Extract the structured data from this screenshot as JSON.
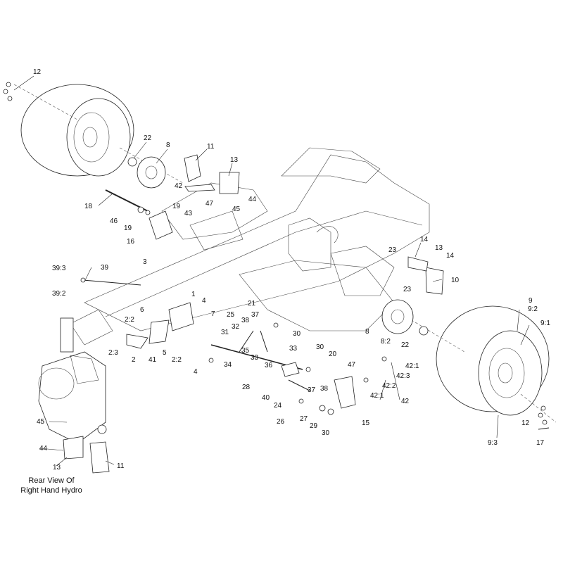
{
  "caption": {
    "line1": "Rear View Of",
    "line2": "Right Hand Hydro"
  },
  "callouts": {
    "c12a": "12",
    "c22a": "22",
    "c8a": "8",
    "c11a": "11",
    "c13a": "13",
    "c42a": "42",
    "c47a": "47",
    "c44a": "44",
    "c45a": "45",
    "c18": "18",
    "c46": "46",
    "c19a": "19",
    "c19b": "19",
    "c43": "43",
    "c16": "16",
    "c3": "3",
    "c39": "39",
    "c39_3": "39:3",
    "c39_2": "39:2",
    "c23a": "23",
    "c14a": "14",
    "c13b": "13",
    "c14b": "14",
    "c10": "10",
    "c23b": "23",
    "c1": "1",
    "c6": "6",
    "c4a": "4",
    "c7": "7",
    "c2_2a": "2:2",
    "c2_3": "2:3",
    "c2": "2",
    "c41": "41",
    "c5": "5",
    "c2_2b": "2:2",
    "c25": "25",
    "c21": "21",
    "c37a": "37",
    "c38a": "38",
    "c32": "32",
    "c31": "31",
    "c35": "35",
    "c33a": "33",
    "c30a": "30",
    "c34": "34",
    "c4b": "4",
    "c36": "36",
    "c28": "28",
    "c33b": "33",
    "c30b": "30",
    "c20": "20",
    "c37b": "37",
    "c38b": "38",
    "c40": "40",
    "c24": "24",
    "c26": "26",
    "c27": "27",
    "c29": "29",
    "c30c": "30",
    "c47b": "47",
    "c42_1a": "42:1",
    "c42_3": "42:3",
    "c42_2": "42:2",
    "c42_1b": "42:1",
    "c42b": "42",
    "c15": "15",
    "c8b": "8",
    "c8_2": "8:2",
    "c22b": "22",
    "c9": "9",
    "c9_2": "9:2",
    "c9_1": "9:1",
    "c9_3": "9:3",
    "c12b": "12",
    "c17": "17",
    "c45b": "45",
    "c44b": "44",
    "c13c": "13",
    "c11b": "11"
  }
}
